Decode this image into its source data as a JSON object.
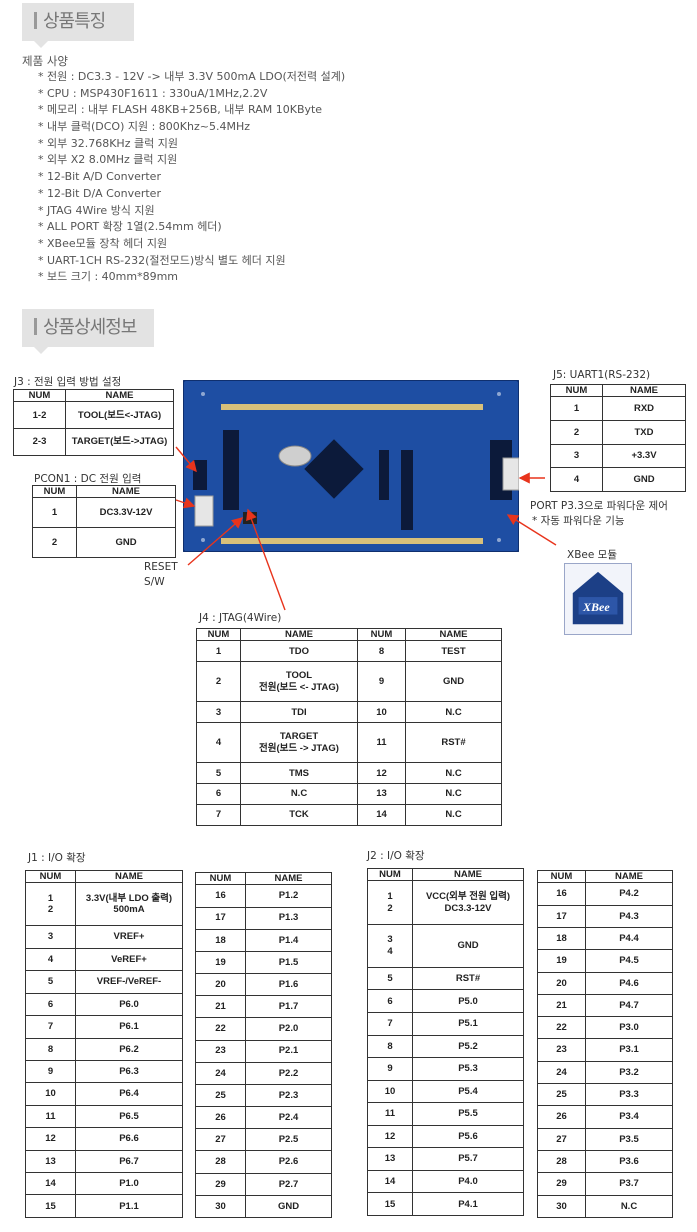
{
  "sections": {
    "features": "상품특징",
    "details": "상품상세정보"
  },
  "spec": {
    "title": "제품 사양",
    "items": [
      "* 전원 : DC3.3 - 12V -> 내부 3.3V 500mA LDO(저전력 설계)",
      "* CPU  : MSP430F1611 : 330uA/1MHz,2.2V",
      "* 메모리 : 내부 FLASH 48KB+256B, 내부 RAM  10KByte",
      "* 내부 클럭(DCO) 지원 : 800Khz~5.4MHz",
      "* 외부 32.768KHz 클럭 지원",
      "* 외부 X2 8.0MHz 클럭 지원",
      "* 12-Bit A/D Converter",
      "* 12-Bit D/A Converter",
      "* JTAG 4Wire 방식 지원",
      "* ALL PORT 확장 1열(2.54mm 헤더)",
      "* XBee모듈 장착 헤더 지원",
      "* UART-1CH RS-232(절전모드)방식 별도 헤더 지원",
      "* 보드 크기 : 40mm*89mm"
    ]
  },
  "labels": {
    "j3": "J3 : 전원 입력 방법 설정",
    "pcon1": "PCON1 : DC 전원 입력",
    "reset1": "RESET",
    "reset2": "S/W",
    "j5": "J5: UART1(RS-232)",
    "port1": "PORT P3.3으로 파워다운 제어",
    "port2": "* 자동 파워다운 기능",
    "xbee": "XBee 모듈",
    "j4": "J4 : JTAG(4Wire)",
    "j1": "J1 : I/O 확장",
    "j2": "J2 : I/O 확장",
    "xbee_logo": "XBee"
  },
  "headers": {
    "num": "NUM",
    "name": "NAME"
  },
  "j3_rows": [
    [
      "1-2",
      "TOOL(보드<-JTAG)"
    ],
    [
      "2-3",
      "TARGET(보드->JTAG)"
    ]
  ],
  "pcon1_rows": [
    [
      "1",
      "DC3.3V-12V"
    ],
    [
      "2",
      "GND"
    ]
  ],
  "j5_rows": [
    [
      "1",
      "RXD"
    ],
    [
      "2",
      "TXD"
    ],
    [
      "3",
      "+3.3V"
    ],
    [
      "4",
      "GND"
    ]
  ],
  "j4_rows": [
    [
      "1",
      "TDO",
      "8",
      "TEST"
    ],
    [
      "2",
      "TOOL\n전원(보드 <- JTAG)",
      "9",
      "GND"
    ],
    [
      "3",
      "TDI",
      "10",
      "N.C"
    ],
    [
      "4",
      "TARGET\n전원(보드 -> JTAG)",
      "11",
      "RST#"
    ],
    [
      "5",
      "TMS",
      "12",
      "N.C"
    ],
    [
      "6",
      "N.C",
      "13",
      "N.C"
    ],
    [
      "7",
      "TCK",
      "14",
      "N.C"
    ]
  ],
  "j1a_rows": [
    [
      "1\n2",
      "3.3V(내부 LDO 출력)\n500mA"
    ],
    [
      "3",
      "VREF+"
    ],
    [
      "4",
      "VeREF+"
    ],
    [
      "5",
      "VREF-/VeREF-"
    ],
    [
      "6",
      "P6.0"
    ],
    [
      "7",
      "P6.1"
    ],
    [
      "8",
      "P6.2"
    ],
    [
      "9",
      "P6.3"
    ],
    [
      "10",
      "P6.4"
    ],
    [
      "11",
      "P6.5"
    ],
    [
      "12",
      "P6.6"
    ],
    [
      "13",
      "P6.7"
    ],
    [
      "14",
      "P1.0"
    ],
    [
      "15",
      "P1.1"
    ]
  ],
  "j1b_rows": [
    [
      "16",
      "P1.2"
    ],
    [
      "17",
      "P1.3"
    ],
    [
      "18",
      "P1.4"
    ],
    [
      "19",
      "P1.5"
    ],
    [
      "20",
      "P1.6"
    ],
    [
      "21",
      "P1.7"
    ],
    [
      "22",
      "P2.0"
    ],
    [
      "23",
      "P2.1"
    ],
    [
      "24",
      "P2.2"
    ],
    [
      "25",
      "P2.3"
    ],
    [
      "26",
      "P2.4"
    ],
    [
      "27",
      "P2.5"
    ],
    [
      "28",
      "P2.6"
    ],
    [
      "29",
      "P2.7"
    ],
    [
      "30",
      "GND"
    ]
  ],
  "j2a_rows": [
    [
      "1\n2",
      "VCC(외부 전원 입력)\nDC3.3-12V"
    ],
    [
      "3\n4",
      "GND"
    ],
    [
      "5",
      "RST#"
    ],
    [
      "6",
      "P5.0"
    ],
    [
      "7",
      "P5.1"
    ],
    [
      "8",
      "P5.2"
    ],
    [
      "9",
      "P5.3"
    ],
    [
      "10",
      "P5.4"
    ],
    [
      "11",
      "P5.5"
    ],
    [
      "12",
      "P5.6"
    ],
    [
      "13",
      "P5.7"
    ],
    [
      "14",
      "P4.0"
    ],
    [
      "15",
      "P4.1"
    ]
  ],
  "j2b_rows": [
    [
      "16",
      "P4.2"
    ],
    [
      "17",
      "P4.3"
    ],
    [
      "18",
      "P4.4"
    ],
    [
      "19",
      "P4.5"
    ],
    [
      "20",
      "P4.6"
    ],
    [
      "21",
      "P4.7"
    ],
    [
      "22",
      "P3.0"
    ],
    [
      "23",
      "P3.1"
    ],
    [
      "24",
      "P3.2"
    ],
    [
      "25",
      "P3.3"
    ],
    [
      "26",
      "P3.4"
    ],
    [
      "27",
      "P3.5"
    ],
    [
      "28",
      "P3.6"
    ],
    [
      "29",
      "P3.7"
    ],
    [
      "30",
      "N.C"
    ]
  ],
  "colors": {
    "board": "#1e4ea3",
    "arrow": "#e8341c",
    "tab_bg": "#e3e3e3"
  }
}
